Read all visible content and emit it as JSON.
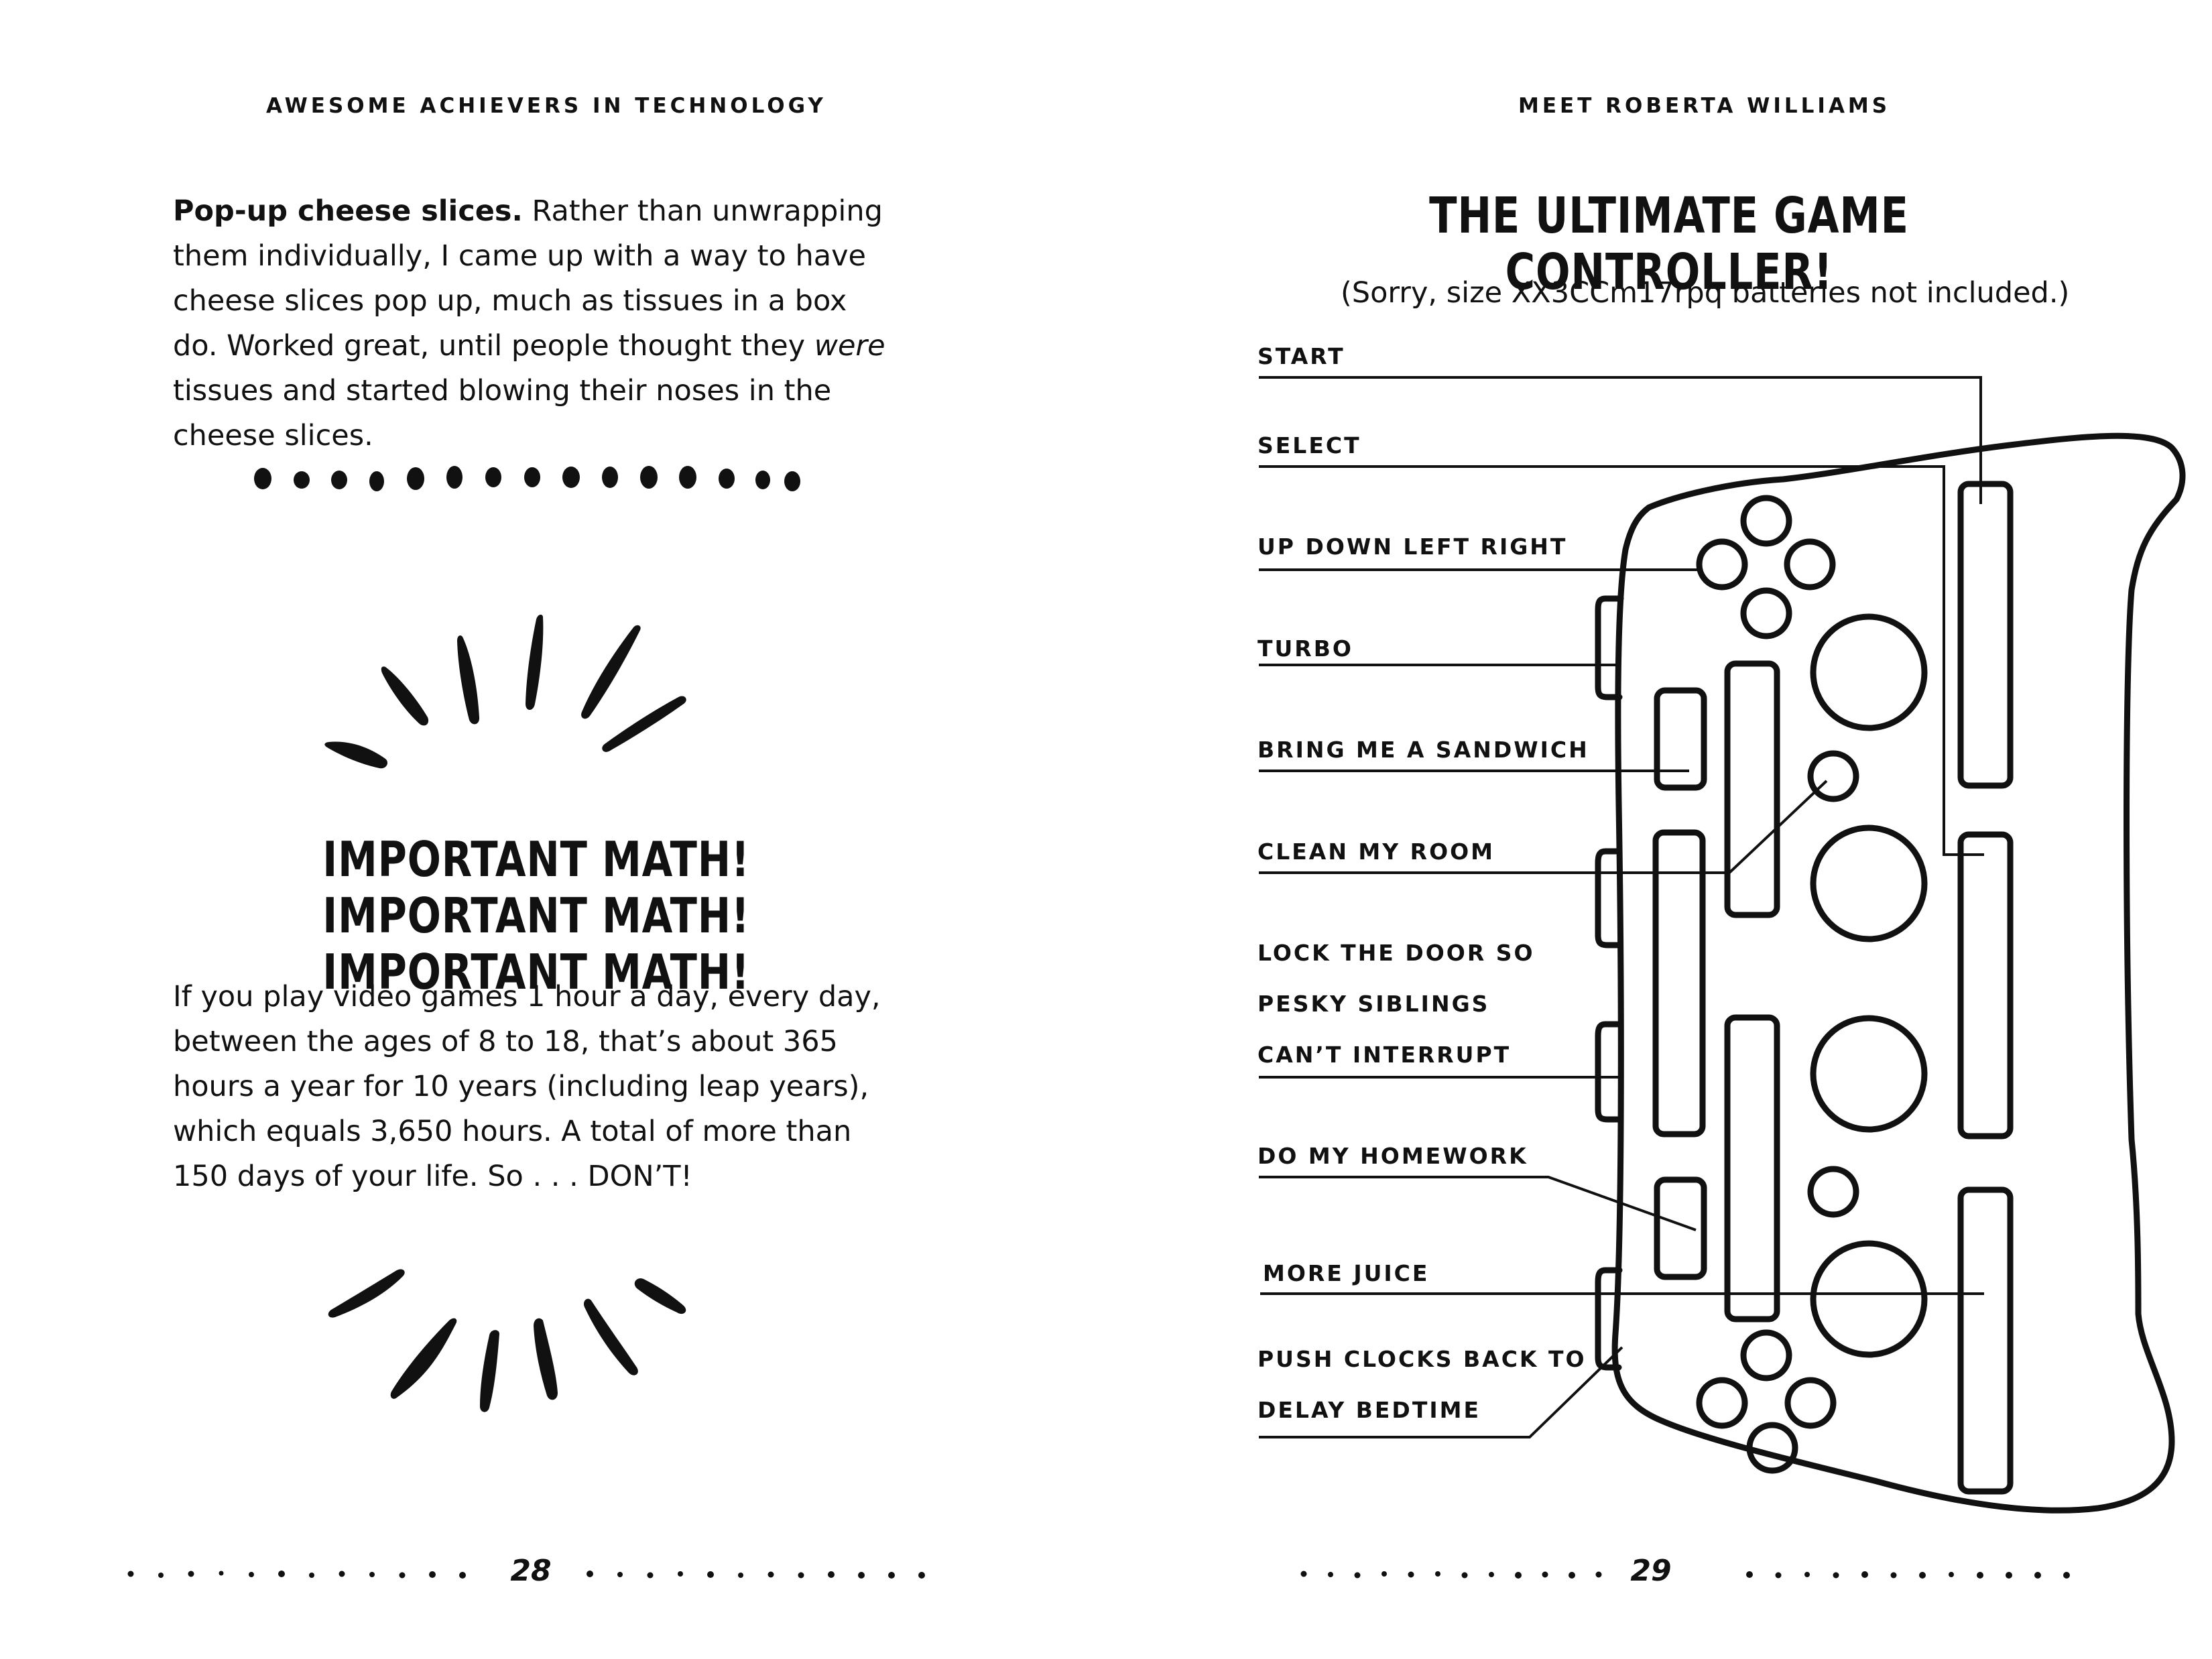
{
  "left_page": {
    "running_head": "AWESOME ACHIEVERS IN TECHNOLOGY",
    "intro_bold": "Pop-up cheese slices.",
    "intro_part1": " Rather than unwrapping them individually, I came up with a way to have cheese slices pop up, much as tissues in a box do. Worked great, until people thought they ",
    "intro_italic": "were",
    "intro_part2": " tissues and started blowing their noses in the cheese slices.",
    "math_heading_line1": "IMPORTANT MATH!",
    "math_heading_line2": "IMPORTANT MATH! IMPORTANT MATH!",
    "math_text": "If you play video games 1 hour a day, every day, between the ages of 8 to 18, that’s about 365 hours a year for 10 years (including leap years), which equals 3,650 hours. A total of more than 150 days of your life. So . . . DON’T!",
    "page_number": "28"
  },
  "right_page": {
    "running_head": "MEET ROBERTA WILLIAMS",
    "title": "THE ULTIMATE GAME CONTROLLER!",
    "subtitle": "(Sorry, size XX3CCm17rpq batteries not included.)",
    "callouts": {
      "start": "START",
      "select": "SELECT",
      "dpad": "UP DOWN LEFT RIGHT",
      "turbo": "TURBO",
      "sandwich": "BRING ME A SANDWICH",
      "clean_room": "CLEAN MY ROOM",
      "lock_door_1": "LOCK THE DOOR SO",
      "lock_door_2": "PESKY SIBLINGS",
      "lock_door_3": "CAN’T INTERRUPT",
      "homework": "DO MY HOMEWORK",
      "juice": "MORE JUICE",
      "clocks_1": "PUSH CLOCKS BACK TO",
      "clocks_2": "DELAY BEDTIME"
    },
    "page_number": "29"
  }
}
